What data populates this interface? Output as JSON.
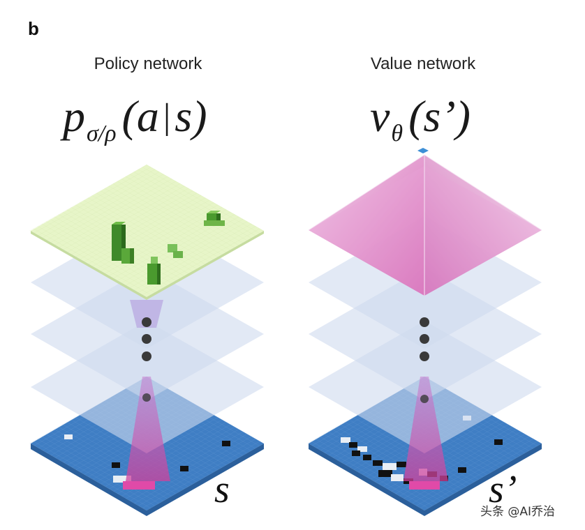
{
  "panel_label": "b",
  "policy": {
    "title": "Policy network",
    "formula": {
      "p": "p",
      "sub": "σ/ρ",
      "open": "(",
      "a": "a",
      "bar": "|",
      "s": "s",
      "close": ")"
    },
    "input_label": "s"
  },
  "value": {
    "title": "Value network",
    "formula": {
      "v": "v",
      "sub": "θ",
      "body": "(s’)"
    },
    "input_label": "s’"
  },
  "watermark": "头条 @AI乔治",
  "colors": {
    "board_blue": "#3f7ec4",
    "output_green": "#e7f5c8",
    "bar_green": "#4a9a2e",
    "layer_blue": "#cfdaee",
    "pyramid_magenta": "#d46ab3",
    "dot_dark": "#3a3a3a",
    "value_tip_blue": "#3d8fd6"
  }
}
